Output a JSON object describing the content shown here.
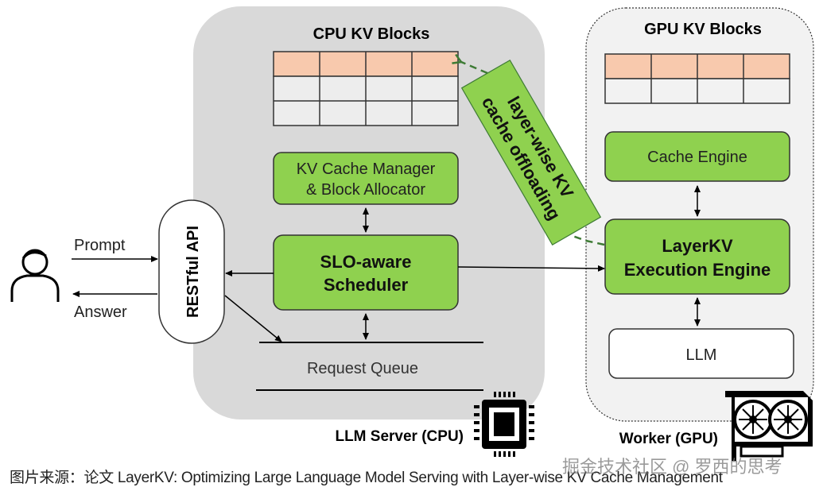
{
  "cpu_region": {
    "title": "CPU KV Blocks",
    "footer": "LLM Server (CPU)"
  },
  "gpu_region": {
    "title": "GPU KV Blocks",
    "footer": "Worker (GPU)"
  },
  "user": {
    "prompt": "Prompt",
    "answer": "Answer"
  },
  "api": {
    "label": "RESTful API"
  },
  "kv_manager": {
    "line1": "KV Cache Manager",
    "line2": "& Block Allocator"
  },
  "scheduler": {
    "line1": "SLO-aware",
    "line2": "Scheduler"
  },
  "queue": {
    "label": "Request Queue"
  },
  "offload": {
    "line1": "layer-wise KV",
    "line2": "cache offloading"
  },
  "cache_engine": {
    "label": "Cache Engine"
  },
  "exec_engine": {
    "line1": "LayerKV",
    "line2": "Execution Engine"
  },
  "llm": {
    "label": "LLM"
  },
  "caption": "图片来源：论文 LayerKV: Optimizing Large Language Model Serving with Layer-wise KV Cache Management",
  "watermark": "掘金技术社区 @ 罗西的思考",
  "colors": {
    "green": "#8fd14f",
    "salmon": "#f8c9ad",
    "cpu_bg": "#d9d9d9",
    "gpu_bg": "#f2f2f2",
    "dash": "#3e7b35"
  }
}
